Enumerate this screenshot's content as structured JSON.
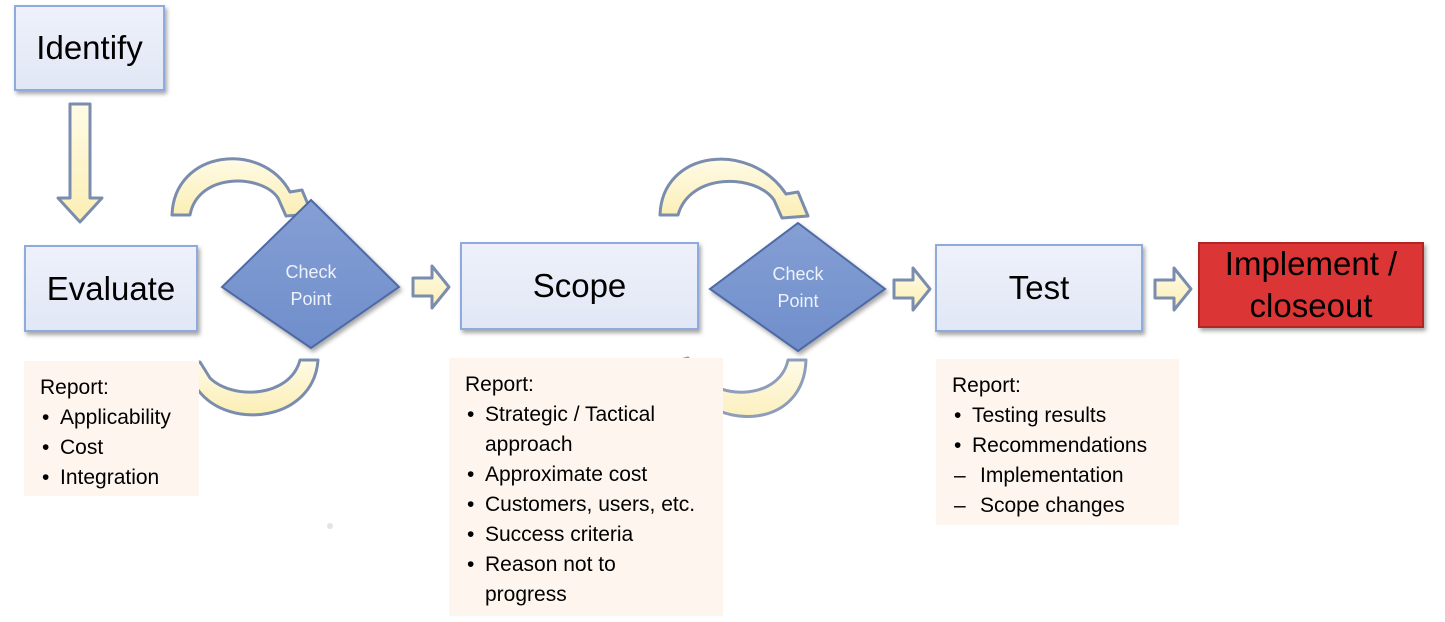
{
  "colors": {
    "stage_fill": "#e1e7f5",
    "stage_border": "#8faadc",
    "checkpoint_fill": "#7d9bd1",
    "arrow_fill": "#fdf3c6",
    "arrow_stroke": "#7b8dae",
    "report_fill": "#fdf5ee",
    "final_fill": "#dc3535"
  },
  "stages": {
    "identify": "Identify",
    "evaluate": "Evaluate",
    "scope": "Scope",
    "test": "Test",
    "implement_line1": "Implement /",
    "implement_line2": "closeout"
  },
  "checkpoints": {
    "first_line1": "Check",
    "first_line2": "Point",
    "second_line1": "Check",
    "second_line2": "Point"
  },
  "reports": {
    "evaluate": {
      "title": "Report:",
      "items": [
        "Applicability",
        "Cost",
        "Integration"
      ]
    },
    "scope": {
      "title": "Report:",
      "items": [
        "Strategic / Tactical approach",
        "Approximate cost",
        "Customers, users, etc.",
        "Success criteria",
        "Reason not to progress"
      ]
    },
    "test": {
      "title": "Report:",
      "items": [
        "Testing results",
        "Recommendations"
      ],
      "subitems": [
        "Implementation",
        "Scope changes"
      ]
    }
  }
}
